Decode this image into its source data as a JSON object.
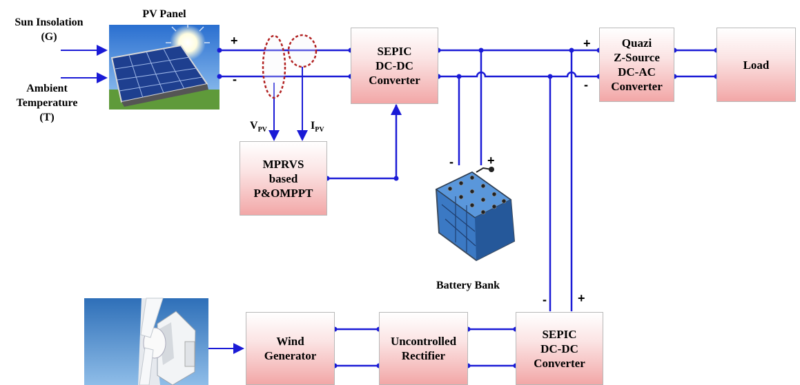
{
  "inputs": {
    "sun_line1": "Sun Insolation",
    "sun_line2": "(G)",
    "ambient_line1": "Ambient",
    "ambient_line2": "Temperature",
    "ambient_line3": "(T)"
  },
  "pv_panel": {
    "label": "PV Panel"
  },
  "sepic_top": {
    "line1": "SEPIC",
    "line2": "DC-DC",
    "line3": "Converter"
  },
  "qzs": {
    "line1": "Quazi",
    "line2": "Z-Source",
    "line3": "DC-AC",
    "line4": "Converter"
  },
  "load": {
    "label": "Load"
  },
  "mppt": {
    "line1": "MPRVS",
    "line2": "based",
    "line3": "P&OMPPT"
  },
  "sensors": {
    "v_main": "V",
    "v_sub": "PV",
    "i_main": "I",
    "i_sub": "PV"
  },
  "battery": {
    "label": "Battery Bank"
  },
  "wind_gen": {
    "line1": "Wind",
    "line2": "Generator"
  },
  "rectifier": {
    "line1": "Uncontrolled",
    "line2": "Rectifier"
  },
  "sepic_bottom": {
    "line1": "SEPIC",
    "line2": "DC-DC",
    "line3": "Converter"
  },
  "signs": {
    "plus": "+",
    "minus": "-"
  },
  "colors": {
    "wire": "#1a1ad6",
    "sensor_ring": "#b22222",
    "box_bottom": "#f2a7a7"
  }
}
